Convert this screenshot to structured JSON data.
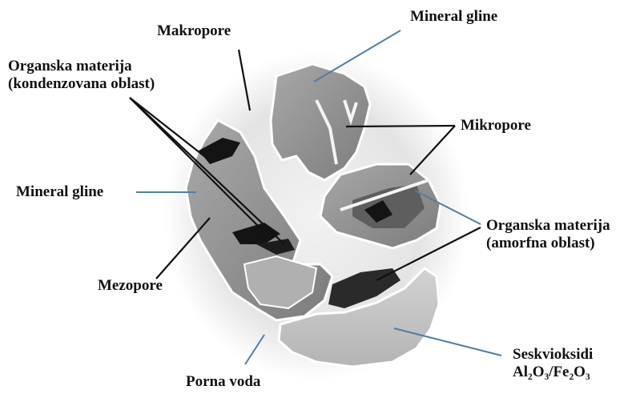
{
  "labels": {
    "makropore": "Makropore",
    "mineral_gline_top": "Mineral gline",
    "organska_kondenz_line1": "Organska materija",
    "organska_kondenz_line2": "(kondenzovana oblast)",
    "mikropore": "Mikropore",
    "mineral_gline_left": "Mineral gline",
    "organska_amorfna_line1": "Organska materija",
    "organska_amorfna_line2": "(amorfna oblast)",
    "mezopore": "Mezopore",
    "seskvioksidi_line1": "Seskvioksidi",
    "seskvioksidi_line2": "Al₂O₃/Fe₂O₃",
    "porna_voda": "Porna voda"
  },
  "colors": {
    "mineral": "#9a9a9a",
    "mineral_dark": "#7a7a7a",
    "organic_amorphous": "#5e5e5e",
    "organic_condensed": "#141414",
    "sesquioxide": "#c8c8c8",
    "pore_water": "#e9e9e9",
    "blue_line": "#4f7fa6",
    "black_line": "#111111"
  }
}
